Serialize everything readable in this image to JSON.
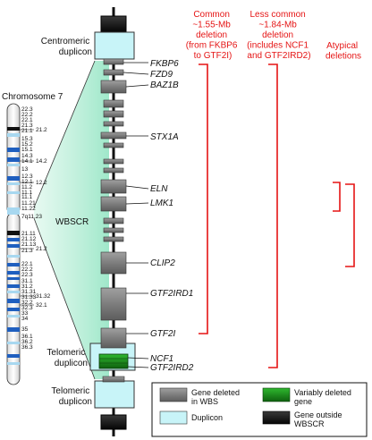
{
  "chromosome": {
    "title": "Chromosome 7",
    "bands_left": [
      "22.3",
      "22.2",
      "22.1",
      "21.3",
      "21.1",
      "15.3",
      "15.2",
      "15.1",
      "14.3",
      "14.1",
      "13",
      "12.3",
      "12.1",
      "11.2",
      "11.1",
      "11.1",
      "11.21",
      "11.22",
      "7q11.23",
      "21.11",
      "21.12",
      "21.13",
      "21.3",
      "22.1",
      "22.2",
      "22.3",
      "31.1",
      "31.2",
      "31.31",
      "31.33",
      "32.2",
      "32.3",
      "33",
      "34",
      "35",
      "36.1",
      "36.2",
      "36.3"
    ],
    "bands_right": [
      "21.2",
      "14.2",
      "12.2",
      "21.2",
      "31.32",
      "32.1"
    ],
    "region_label": "WBSCR"
  },
  "region_labels": {
    "centromeric": "Centromeric\nduplicon",
    "telomeric_inner": "Telomeric\nduplicon",
    "telomeric_outer": "Telomeric\nduplicon"
  },
  "genes": [
    "FKBP6",
    "FZD9",
    "BAZ1B",
    "STX1A",
    "ELN",
    "LMK1",
    "CLIP2",
    "GTF2IRD1",
    "GTF2I",
    "NCF1",
    "GTF2IRD2"
  ],
  "deletions": {
    "common": "Common\n~1.55-Mb\ndeletion\n(from FKBP6\nto GTF2I)",
    "less_common": "Less common\n~1.84-Mb\ndeletion\n(includes NCF1\nand GTF2IRD2)",
    "atypical": "Atypical\ndeletions"
  },
  "legend": {
    "gene_deleted": "Gene deleted\nin WBS",
    "variably_deleted": "Variably deleted\ngene",
    "duplicon": "Duplicon",
    "gene_outside": "Gene outside\nWBSCR"
  },
  "colors": {
    "deleted_gene": "#7d7d7d",
    "variable_gene": "#1a8a1a",
    "duplicon": "#c8f4f8",
    "outside_gene": "#111111",
    "deletion_bracket": "#e51414",
    "highlight_fan": "#b9f0d8",
    "band_blue": "#1f5fbf",
    "band_light": "#a8d8f0"
  }
}
